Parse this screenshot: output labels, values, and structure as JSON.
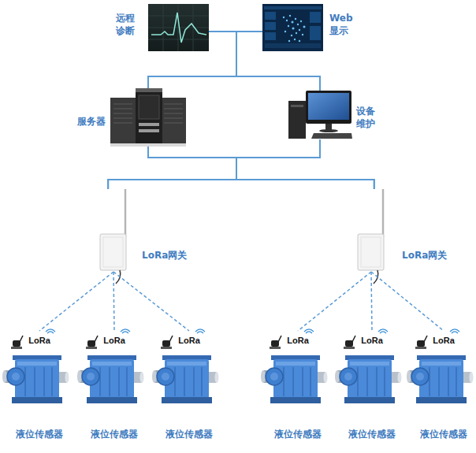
{
  "diagram": {
    "nodes": [
      {
        "text": [
          "远程 诊断"
        ]
      },
      {
        "text": [
          "Web 显示"
        ]
      },
      {
        "text": [
          "服务器"
        ]
      },
      {
        "text": [
          "设备 维护"
        ]
      },
      {
        "text": [
          "LoRa网关"
        ]
      },
      {
        "text": [
          "LoRa网关"
        ]
      },
      {
        "text": [
          "液位传感器"
        ]
      },
      {
        "text": [
          "液位传感器"
        ]
      },
      {
        "text": [
          "液位传感器"
        ]
      },
      {
        "text": [
          "液位传感器"
        ]
      },
      {
        "text": [
          "液位传感器"
        ]
      },
      {
        "text": [
          "液位传感器"
        ]
      }
    ],
    "edges": [
      {
        "from": 0,
        "to": 2,
        "arrow": "none"
      },
      {
        "from": 0,
        "to": 3,
        "arrow": "none"
      },
      {
        "from": 1,
        "to": 2,
        "arrow": "none"
      },
      {
        "from": 1,
        "to": 3,
        "arrow": "none"
      },
      {
        "from": 2,
        "to": 4,
        "arrow": "none"
      },
      {
        "from": 2,
        "to": 5,
        "arrow": "none"
      },
      {
        "from": 3,
        "to": 4,
        "arrow": "none"
      },
      {
        "from": 3,
        "to": 5,
        "arrow": "none"
      },
      {
        "from": 4,
        "to": 6,
        "arrow": "none"
      },
      {
        "from": 4,
        "to": 7,
        "arrow": "none"
      },
      {
        "from": 4,
        "to": 8,
        "arrow": "none"
      },
      {
        "from": 5,
        "to": 9,
        "arrow": "none"
      },
      {
        "from": 5,
        "to": 10,
        "arrow": "none"
      },
      {
        "from": 5,
        "to": 11,
        "arrow": "none"
      }
    ],
    "labels": [
      "LoRa",
      "LoRa",
      "LoRa",
      "LoRa",
      "LoRa",
      "LoRa"
    ]
  }
}
